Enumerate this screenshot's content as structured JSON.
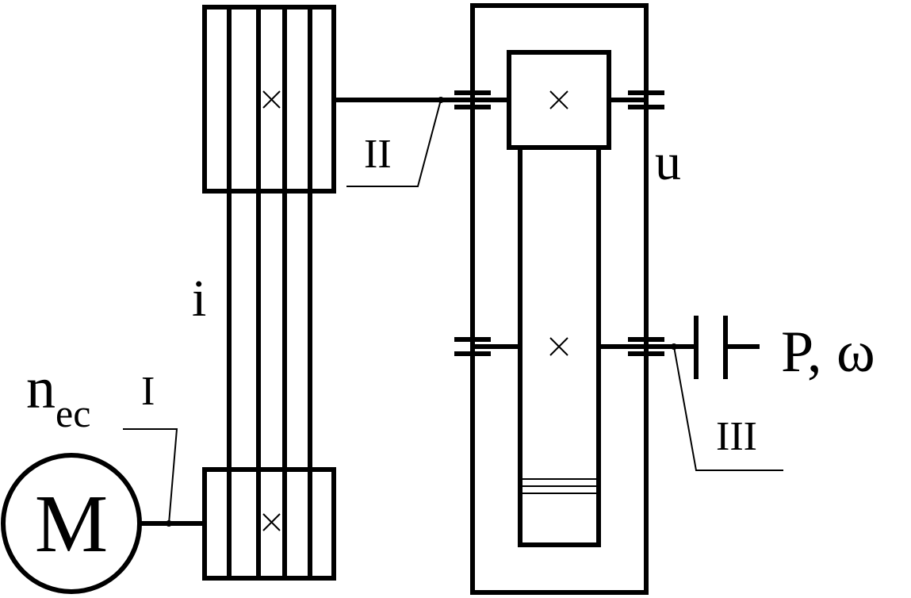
{
  "labels": {
    "motor": "M",
    "speed_main": "n",
    "speed_sub": "ec",
    "shaft_1": "I",
    "shaft_2": "II",
    "shaft_3": "III",
    "belt_ratio": "i",
    "gear_ratio": "u",
    "output": "P, ω"
  }
}
